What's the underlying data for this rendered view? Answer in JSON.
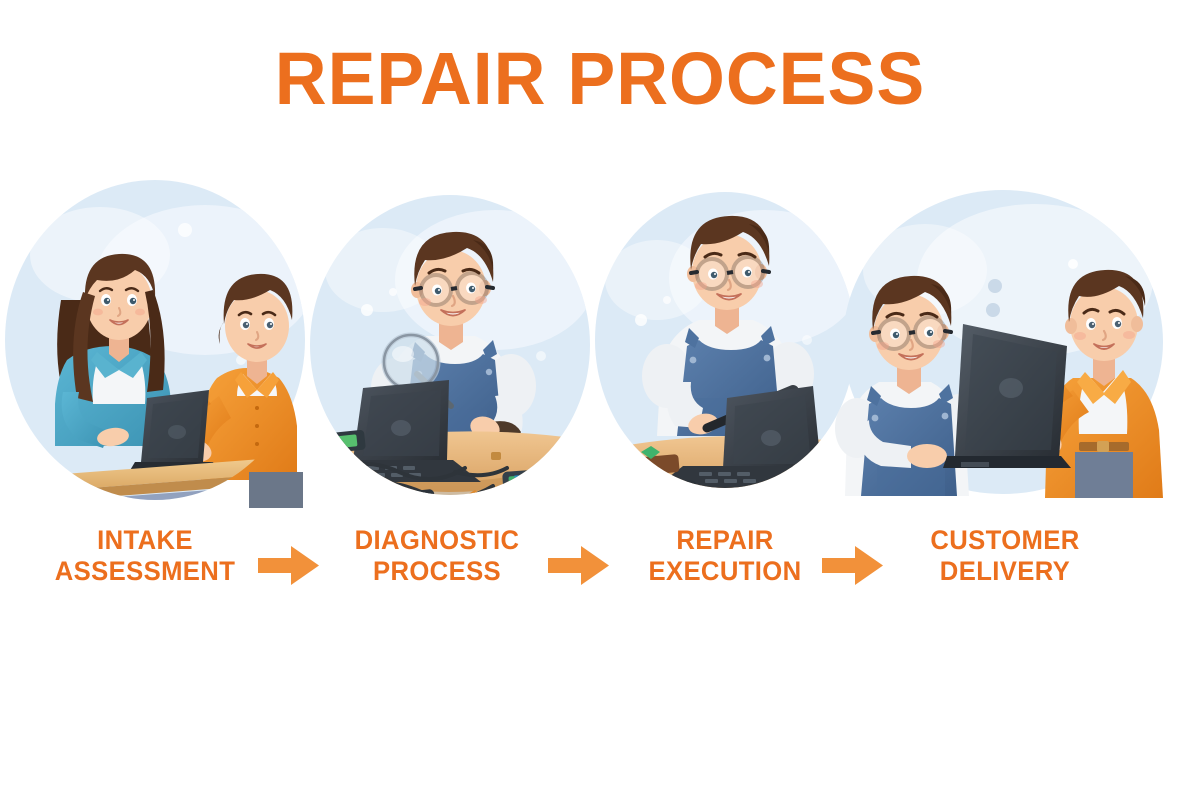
{
  "title": "REPAIR PROCESS",
  "colors": {
    "title_orange": "#ec6f1e",
    "label_orange": "#ec6f1e",
    "arrow_orange": "#f2913a",
    "circle_background": "#dceaf6",
    "background": "#ffffff",
    "teal_cardigan": "#4aa6c4",
    "orange_shirt": "#f0922c",
    "denim_overalls": "#4a6f9e",
    "wood_bench": "#e8b878",
    "laptop_dark": "#3a4047",
    "hair_brown": "#5b3620",
    "skin": "#f7c9a8"
  },
  "steps": [
    {
      "id": "step-1",
      "label_line1": "INTAKE",
      "label_line2": "ASSESSMENT",
      "illustration": "reception-counter-intake",
      "scene_elements": [
        "woman-receptionist",
        "teal-cardigan",
        "service-counter",
        "laptop",
        "male-customer",
        "orange-shirt"
      ]
    },
    {
      "id": "step-2",
      "label_line1": "DIAGNOSTIC",
      "label_line2": "PROCESS",
      "illustration": "technician-magnifying-glass",
      "scene_elements": [
        "technician-glasses",
        "denim-overalls",
        "magnifying-glass",
        "open-laptop",
        "workbench",
        "cables",
        "smartphones",
        "tools"
      ]
    },
    {
      "id": "step-3",
      "label_line1": "REPAIR",
      "label_line2": "EXECUTION",
      "illustration": "technician-repair-tool",
      "scene_elements": [
        "technician-glasses",
        "denim-overalls",
        "screwdriver",
        "open-laptop",
        "workbench",
        "circuit-board"
      ]
    },
    {
      "id": "step-4",
      "label_line1": "CUSTOMER",
      "label_line2": "DELIVERY",
      "illustration": "handover-laptop-to-customer",
      "scene_elements": [
        "technician-glasses",
        "denim-overalls",
        "laptop",
        "male-customer",
        "orange-jacket"
      ]
    }
  ],
  "arrows": [
    {
      "id": "arrow-1",
      "direction": "right"
    },
    {
      "id": "arrow-2",
      "direction": "right"
    },
    {
      "id": "arrow-3",
      "direction": "right"
    }
  ]
}
